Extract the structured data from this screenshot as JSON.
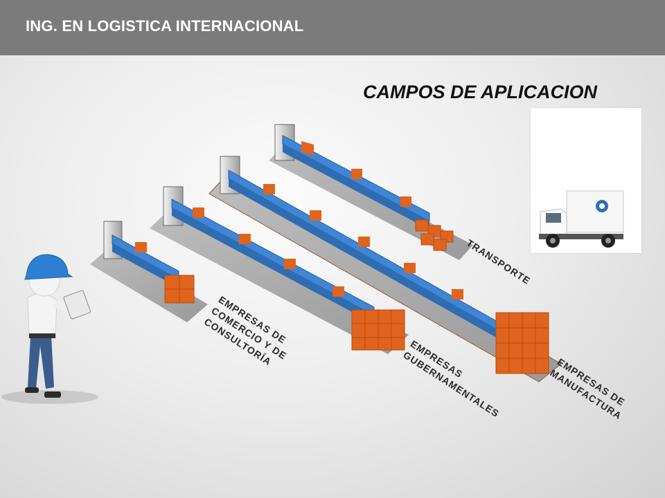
{
  "header": {
    "title": "ING. EN LOGISTICA INTERNACIONAL"
  },
  "main": {
    "section_title": "CAMPOS DE APLICACION",
    "labels": {
      "transporte": "TRANSPORTE",
      "manufactura_1": "EMPRESAS DE",
      "manufactura_2": "MANUFACTURA",
      "gubernamentales_1": "EMPRESAS",
      "gubernamentales_2": "GUBERNAMENTALES",
      "comercio_1": "EMPRESAS DE",
      "comercio_2": "COMERCIO Y DE",
      "comercio_3": "CONSULTORÍA"
    }
  },
  "colors": {
    "header_bg": "#7b7b7b",
    "conveyor": "#3f86d6",
    "box": "#e0641e",
    "platform": "#a9a9a9",
    "helmet": "#2d7fd3"
  },
  "icons": [
    "satellite-icon",
    "delivery-truck-icon",
    "worker-figure-icon",
    "conveyor-line-icon",
    "box-stack-icon"
  ]
}
